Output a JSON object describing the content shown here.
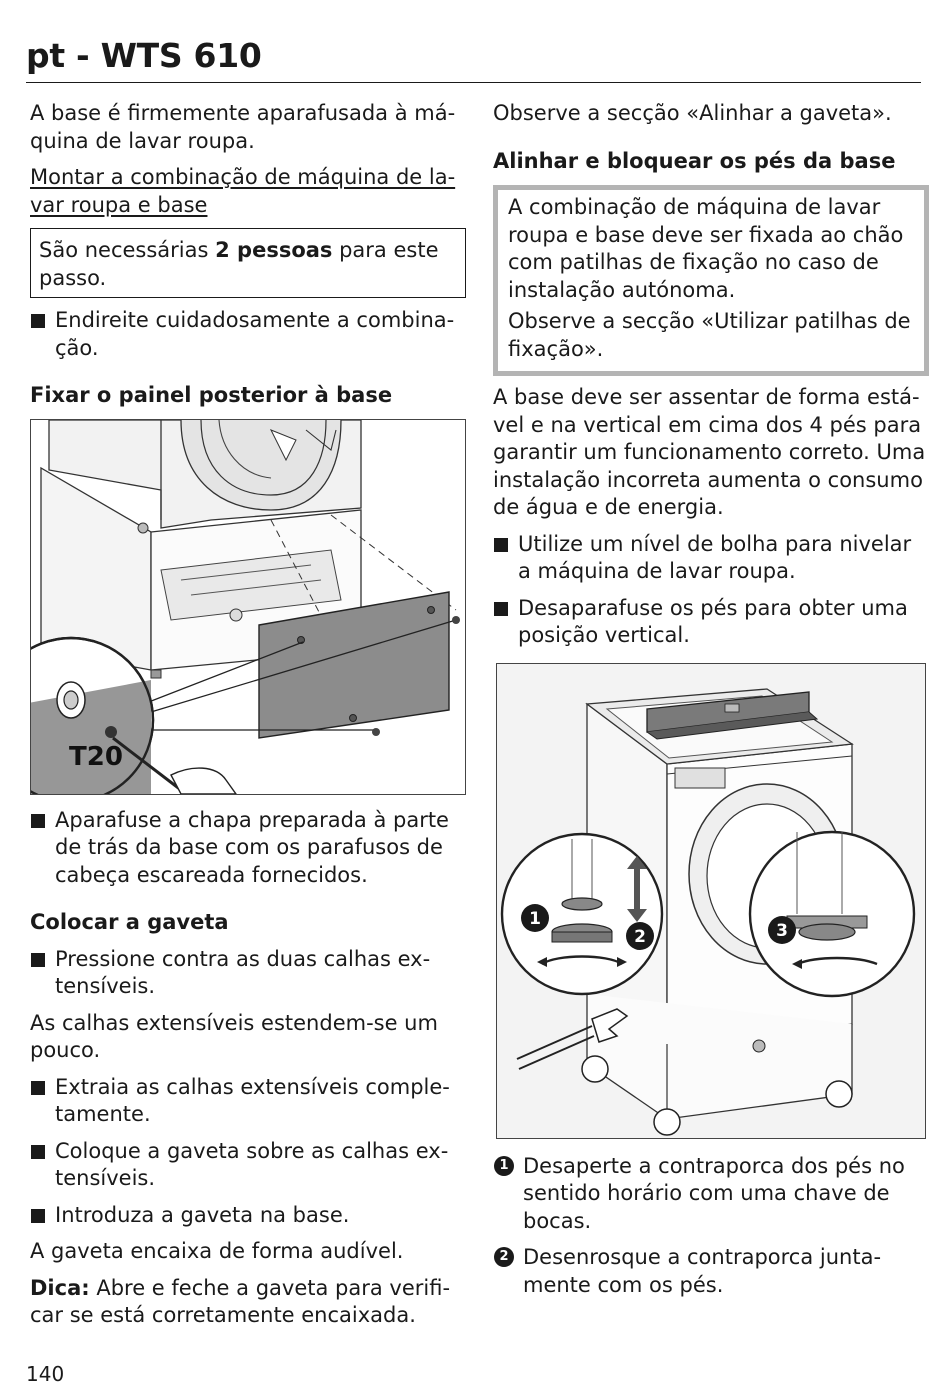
{
  "header": {
    "title": "pt - WTS 610"
  },
  "left": {
    "intro": "A base é firmemente aparafusada à má- quina de lavar roupa.",
    "section_link": "Montar a combinação de máquina de la- var roupa e base",
    "box": {
      "prefix": "São necessárias ",
      "bold": "2 pessoas",
      "suffix": " para este passo."
    },
    "bullet1": "Endireite cuidadosamente a combina- ção.",
    "heading1": "Fixar o painel posterior à base",
    "fig1": {
      "tool_label": "T20"
    },
    "bullet2": "Aparafuse a chapa preparada à parte de trás da base com os parafusos de cabeça escareada fornecidos.",
    "heading2": "Colocar a gaveta",
    "bullet3": "Pressione contra as duas calhas ex- tensíveis.",
    "para1": "As calhas extensíveis estendem-se um pouco.",
    "bullet4": "Extraia as calhas extensíveis comple- tamente.",
    "bullet5": "Coloque a gaveta sobre as calhas ex- tensíveis.",
    "bullet6": "Introduza a gaveta na base.",
    "para2": "A gaveta encaixa de forma audível.",
    "tip": {
      "label": "Dica:",
      "text": " Abre e feche a gaveta para verifi- car se está corretamente encaixada."
    }
  },
  "right": {
    "intro": "Observe a secção «Alinhar a gaveta».",
    "heading1": "Alinhar e bloquear os pés da base",
    "notice": {
      "line1": "A combinação de máquina de lavar roupa e base deve ser fixada ao chão com patilhas de fixação no caso de instalação autónoma.",
      "line2": "Observe a secção «Utilizar patilhas de fixação»."
    },
    "para1": "A base deve ser assentar de forma está- vel e na vertical em cima dos 4 pés para garantir um funcionamento correto. Uma instalação incorreta aumenta o consumo de água e de energia.",
    "bullet1": "Utilize um nível de bolha para nivelar a máquina de lavar roupa.",
    "bullet2": "Desaparafuse os pés para obter uma posição vertical.",
    "fig2": {
      "marker1": "1",
      "marker2": "2",
      "marker3": "3"
    },
    "steps": [
      {
        "num": "1",
        "text": "Desaperte a contraporca dos pés no sentido horário com uma chave de bocas."
      },
      {
        "num": "2",
        "text": "Desenrosque a contraporca junta- mente com os pés."
      }
    ]
  },
  "footer": {
    "page_number": "140"
  }
}
